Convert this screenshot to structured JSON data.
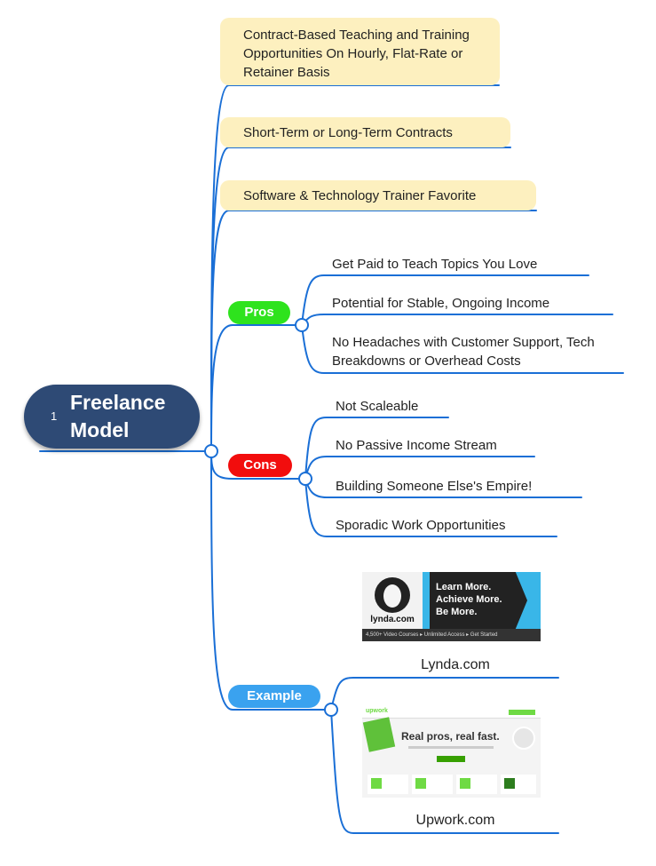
{
  "colors": {
    "line": "#1a6fd6",
    "root_fill": "#2e4a75",
    "callout_fill": "#fdf0bf",
    "pros": "#2ee31d",
    "cons": "#f20d0d",
    "example": "#3aa2ef"
  },
  "root": {
    "number": "1",
    "title": "Freelance Model"
  },
  "top_items": [
    "Contract-Based Teaching and Training Opportunities On Hourly, Flat-Rate or Retainer Basis",
    "Short-Term or Long-Term Contracts",
    "Software & Technology Trainer Favorite"
  ],
  "pros": {
    "label": "Pros",
    "items": [
      "Get Paid to Teach Topics You Love",
      "Potential for Stable, Ongoing Income",
      "No Headaches with Customer Support, Tech Breakdowns or Overhead Costs"
    ]
  },
  "cons": {
    "label": "Cons",
    "items": [
      "Not Scaleable",
      "No Passive Income Stream",
      "Building Someone Else's Empire!",
      "Sporadic Work Opportunities"
    ]
  },
  "example": {
    "label": "Example",
    "lynda": {
      "logo_text": "lynda.com",
      "line1": "Learn More.",
      "line2": "Achieve More.",
      "line3": "Be More.",
      "footer": "4,500+ Video Courses  ▸  Unlimited Access  ▸  Get Started",
      "caption": "Lynda.com"
    },
    "upwork": {
      "logo_text": "upwork",
      "headline": "Real pros, real fast.",
      "caption": "Upwork.com"
    }
  }
}
